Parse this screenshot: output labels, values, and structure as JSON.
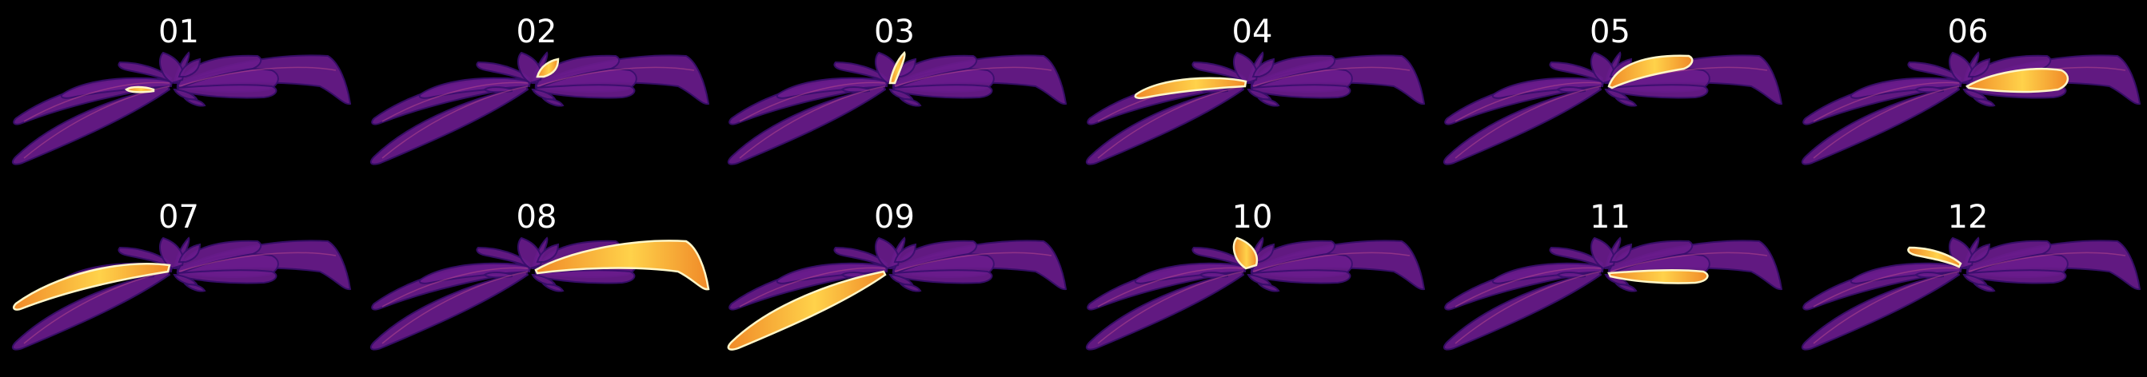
{
  "colors": {
    "background": "#000000",
    "leaf_dark": "#3a0f6e",
    "leaf_mid": "#6a1c8c",
    "leaf_vein": "#c04d8e",
    "highlight_warm": "#f08a28",
    "highlight_hot": "#ffd24a",
    "highlight_white": "#fff7c8",
    "label_text": "#ffffff"
  },
  "panels": [
    {
      "label": "01",
      "highlighted_leaf": "small-center-left"
    },
    {
      "label": "02",
      "highlighted_leaf": "small-center-right"
    },
    {
      "label": "03",
      "highlighted_leaf": "center-stem"
    },
    {
      "label": "04",
      "highlighted_leaf": "left-mid"
    },
    {
      "label": "05",
      "highlighted_leaf": "right-upper-mid"
    },
    {
      "label": "06",
      "highlighted_leaf": "right-mid"
    },
    {
      "label": "07",
      "highlighted_leaf": "far-left-upper"
    },
    {
      "label": "08",
      "highlighted_leaf": "far-right-upper"
    },
    {
      "label": "09",
      "highlighted_leaf": "far-left-lower"
    },
    {
      "label": "10",
      "highlighted_leaf": "center-small-up"
    },
    {
      "label": "11",
      "highlighted_leaf": "right-lower-mid"
    },
    {
      "label": "12",
      "highlighted_leaf": "left-upper-small"
    }
  ]
}
